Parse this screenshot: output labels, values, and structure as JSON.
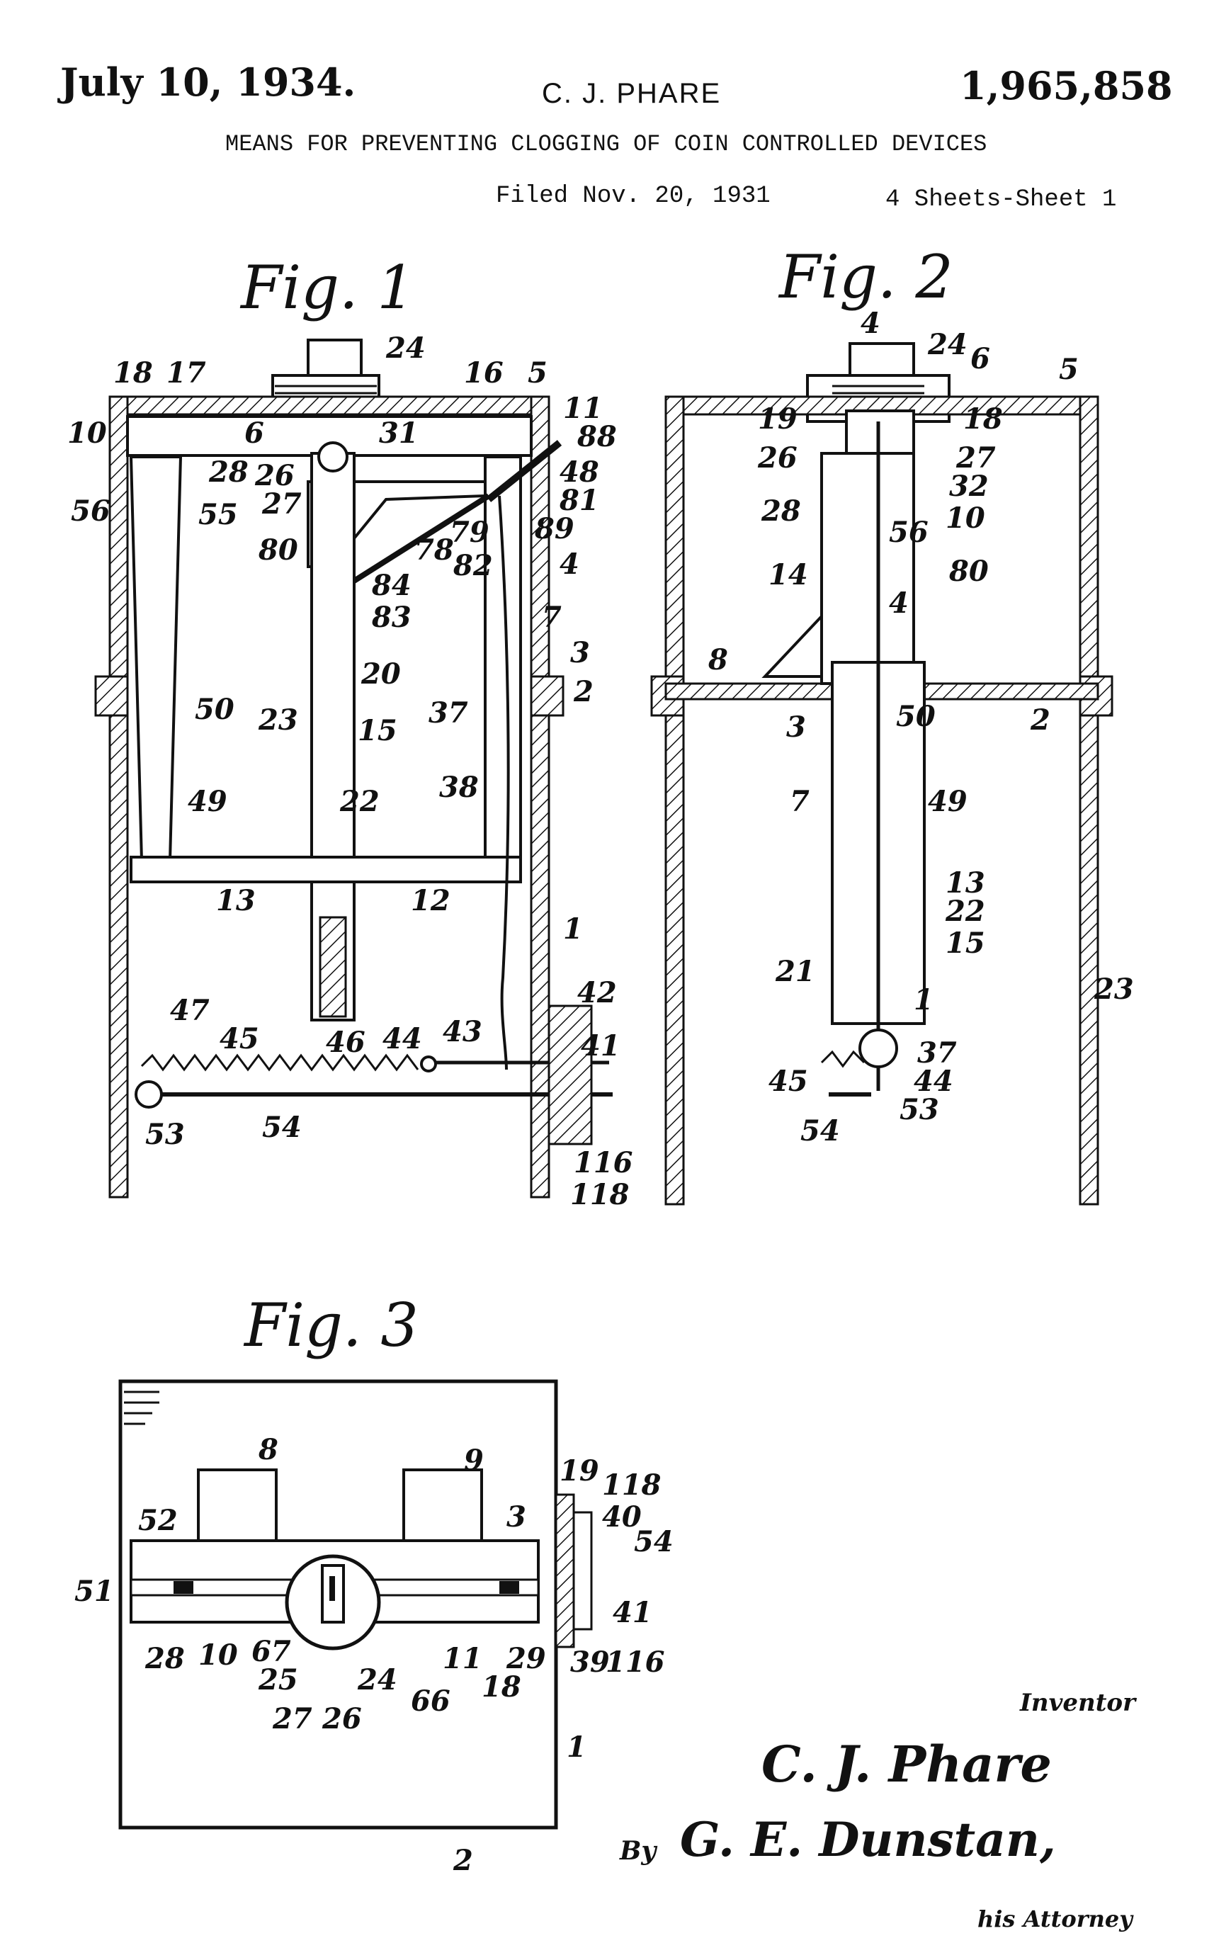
{
  "header": {
    "date": "July 10, 1934.",
    "inventor_name": "C. J. PHARE",
    "patent_number": "1,965,858",
    "title": "MEANS FOR PREVENTING CLOGGING OF COIN CONTROLLED DEVICES",
    "filed": "Filed Nov. 20, 1931",
    "sheets": "4 Sheets-Sheet  1"
  },
  "figures": {
    "fig1": {
      "label": "Fig. 1",
      "refs": [
        "24",
        "18",
        "17",
        "16",
        "5",
        "11",
        "10",
        "6",
        "31",
        "88",
        "28",
        "26",
        "27",
        "48",
        "81",
        "56",
        "55",
        "80",
        "78",
        "79",
        "82",
        "89",
        "4",
        "84",
        "83",
        "7",
        "20",
        "3",
        "2",
        "23",
        "15",
        "37",
        "50",
        "49",
        "22",
        "38",
        "13",
        "12",
        "1",
        "47",
        "42",
        "45",
        "46",
        "44",
        "43",
        "41",
        "53",
        "54",
        "116",
        "118"
      ]
    },
    "fig2": {
      "label": "Fig. 2",
      "refs": [
        "4",
        "24",
        "6",
        "5",
        "19",
        "18",
        "27",
        "26",
        "32",
        "28",
        "56",
        "10",
        "14",
        "4",
        "80",
        "8",
        "3",
        "50",
        "2",
        "7",
        "49",
        "13",
        "22",
        "15",
        "21",
        "23",
        "1",
        "37",
        "45",
        "44",
        "54",
        "53"
      ]
    },
    "fig3": {
      "label": "Fig. 3",
      "refs": [
        "8",
        "9",
        "19",
        "118",
        "52",
        "3",
        "40",
        "54",
        "51",
        "28",
        "10",
        "67",
        "25",
        "24",
        "11",
        "18",
        "29",
        "39",
        "116",
        "41",
        "27",
        "26",
        "66",
        "1",
        "2"
      ]
    }
  },
  "signature": {
    "inventor_caption": "Inventor",
    "inventor_signature": "C. J. Phare",
    "by": "By",
    "attorney_signature": "G. E. Dunstan,",
    "attorney_caption": "his Attorney"
  }
}
